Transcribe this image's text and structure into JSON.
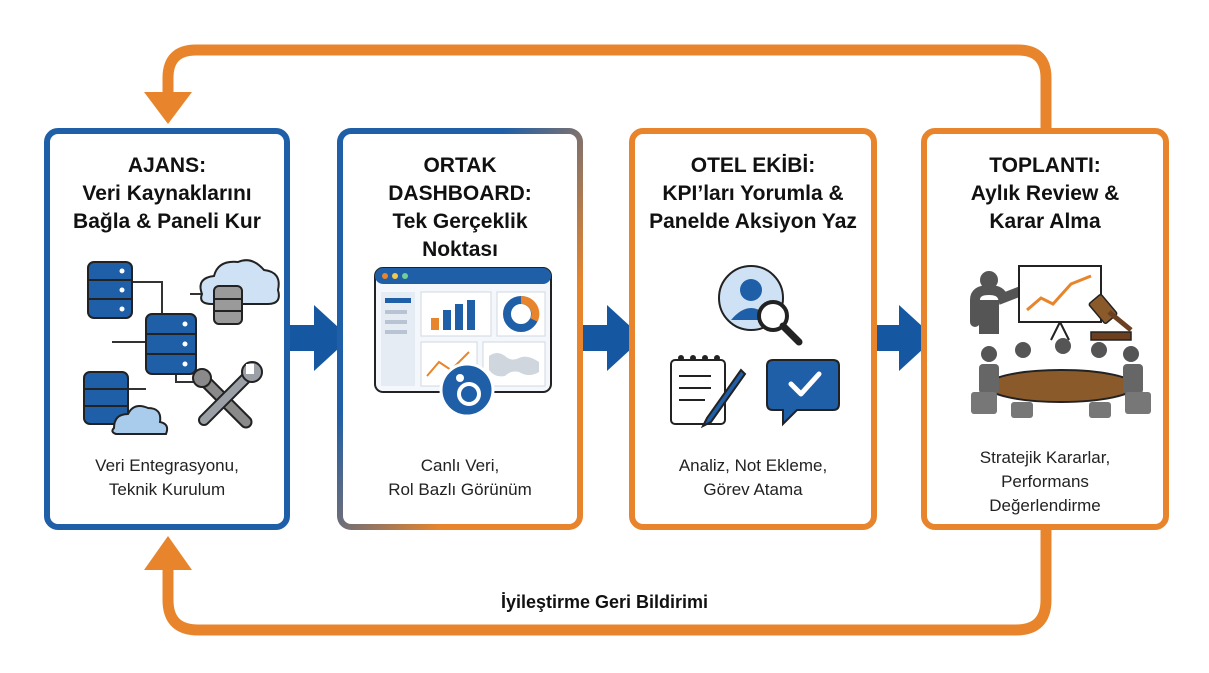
{
  "cards": [
    {
      "title": "AJANS:\nVeri Kaynaklarını\nBağla & Paneli Kur",
      "subtitle": "Veri Entegrasyonu,\nTeknik Kurulum",
      "icons": [
        "database-icon",
        "cloud-database-icon",
        "wrench-icon"
      ]
    },
    {
      "title": "ORTAK\nDASHBOARD:\nTek Gerçeklik\nNoktası",
      "subtitle": "Canlı Veri,\nRol Bazlı Görünüm",
      "icons": [
        "dashboard-window-icon",
        "looker-logo-icon"
      ]
    },
    {
      "title": "OTEL EKİBİ:\nKPI’ları Yorumla &\nPanelde Aksiyon Yaz",
      "subtitle": "Analiz, Not Ekleme,\nGörev Atama",
      "icons": [
        "user-search-icon",
        "notepad-pen-icon",
        "check-message-icon"
      ]
    },
    {
      "title": "TOPLANTI:\nAylık Review &\nKarar Alma",
      "subtitle": "Stratejik Kararlar,\nPerformans\nDeğerlendirme",
      "icons": [
        "presentation-icon",
        "gavel-icon",
        "meeting-table-icon"
      ]
    }
  ],
  "feedback": {
    "label": "İyileştirme Geri Bildirimi"
  },
  "colors": {
    "blue": "#1f5fa8",
    "orange": "#e8852c",
    "dark_blue": "#1557a0"
  }
}
